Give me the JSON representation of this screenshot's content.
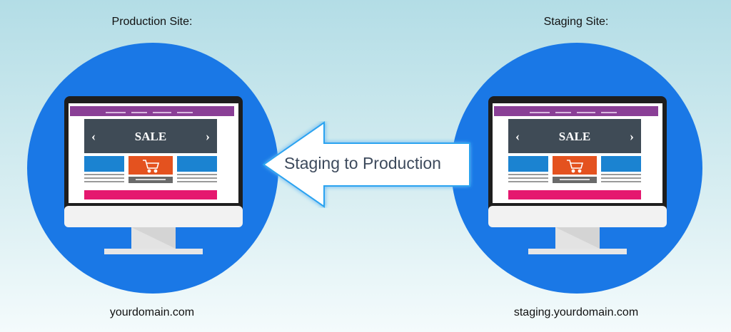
{
  "production": {
    "title": "Production Site:",
    "url": "yourdomain.com"
  },
  "staging": {
    "title": "Staging Site:",
    "url": "staging.yourdomain.com"
  },
  "arrow": {
    "label": "Staging to Production"
  },
  "monitor_screen": {
    "banner_text": "SALE",
    "prev_glyph": "‹",
    "next_glyph": "›"
  },
  "colors": {
    "circle": "#1a78e6",
    "monitor_bezel": "#1e1e1e",
    "header_bar": "#8a3f96",
    "banner": "#3f4b56",
    "tile_blue": "#1b83d1",
    "tile_orange": "#e4521f",
    "footer_pink": "#e5186f",
    "arrow_fill": "#ffffff",
    "arrow_glow": "#2aa3f0"
  },
  "icons": [
    "shopping-cart-icon",
    "chevron-left-icon",
    "chevron-right-icon",
    "left-arrow-icon"
  ]
}
